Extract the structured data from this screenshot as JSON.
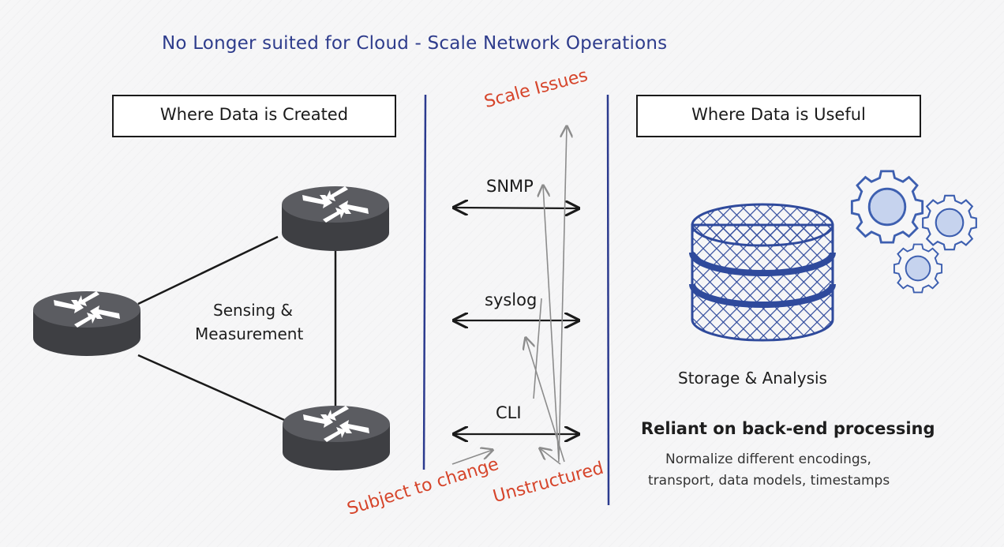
{
  "title": "No Longer suited for Cloud - Scale Network Operations",
  "left_box_label": "Where Data is Created",
  "right_box_label": "Where Data is Useful",
  "sensing_label_line1": "Sensing &",
  "sensing_label_line2": "Measurement",
  "protocols": [
    "SNMP",
    "syslog",
    "CLI"
  ],
  "annotations": {
    "scale_issues": "Scale Issues",
    "subject_to_change": "Subject to change",
    "unstructured": "Unstructured"
  },
  "storage_label": "Storage & Analysis",
  "reliant_label": "Reliant on back-end processing",
  "normalize_line1": "Normalize different encodings,",
  "normalize_line2": "transport, data models, timestamps",
  "colors": {
    "title_blue": "#2e3c8c",
    "divider_blue": "#2b3a8e",
    "annotation_red": "#d6452b",
    "router_gray": "#4a4b4f",
    "database_blue": "#2f4a9c",
    "gear_blue": "#3d5fb0"
  },
  "icons": [
    "router-icon",
    "database-icon",
    "gear-icon"
  ]
}
